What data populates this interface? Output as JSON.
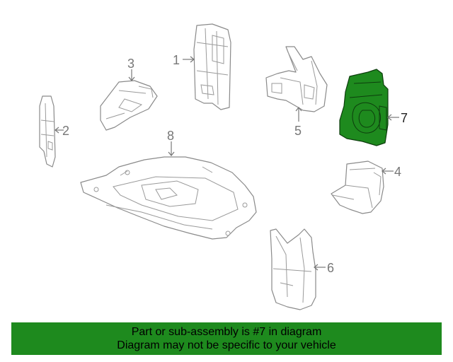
{
  "callouts": [
    {
      "id": "1",
      "label": "1"
    },
    {
      "id": "2",
      "label": "2"
    },
    {
      "id": "3",
      "label": "3"
    },
    {
      "id": "4",
      "label": "4"
    },
    {
      "id": "5",
      "label": "5"
    },
    {
      "id": "6",
      "label": "6"
    },
    {
      "id": "7",
      "label": "7"
    },
    {
      "id": "8",
      "label": "8"
    }
  ],
  "highlighted_part": "7",
  "colors": {
    "banner_bg": "#1e8a1e",
    "highlight_fill": "#1e8a1e",
    "line": "#8a8a8a"
  },
  "banner": {
    "line1": "Part or sub-assembly is #7 in diagram",
    "line2": "Diagram may not be specific to your vehicle"
  }
}
